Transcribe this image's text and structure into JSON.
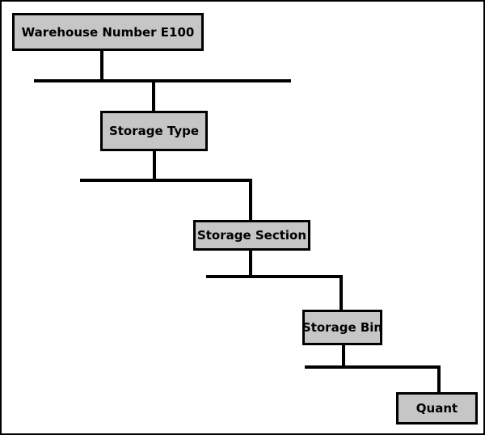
{
  "diagram": {
    "nodes": [
      {
        "id": "warehouse-number",
        "label": "Warehouse Number E100",
        "level": 1
      },
      {
        "id": "storage-type",
        "label": "Storage Type",
        "level": 2
      },
      {
        "id": "storage-section",
        "label": "Storage Section",
        "level": 3
      },
      {
        "id": "storage-bin",
        "label": "Storage Bin",
        "level": 4
      },
      {
        "id": "quant",
        "label": "Quant",
        "level": 5
      }
    ],
    "hierarchy_order": [
      "Warehouse Number E100",
      "Storage Type",
      "Storage Section",
      "Storage Bin",
      "Quant"
    ],
    "colors": {
      "node_fill": "#c6c6c6",
      "node_border": "#000000",
      "connector": "#000000",
      "background": "#ffffff"
    }
  }
}
